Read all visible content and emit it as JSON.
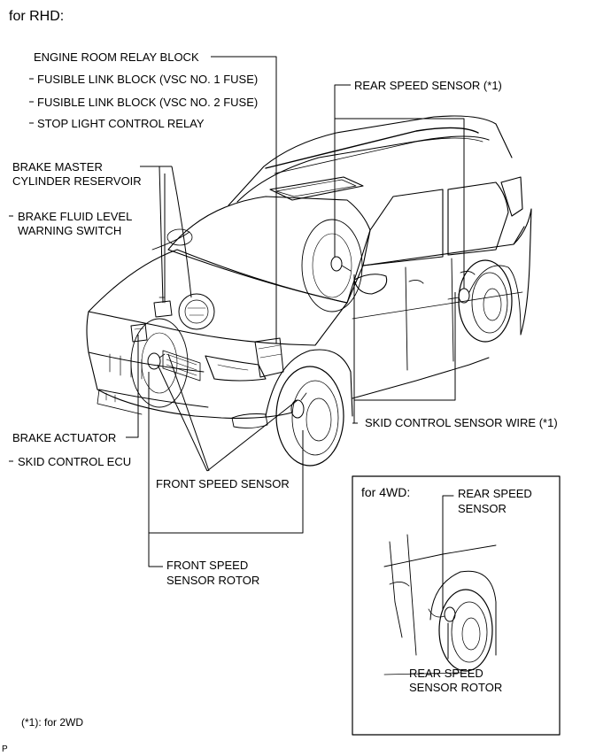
{
  "heading": "for RHD:",
  "labels": {
    "engine_room_relay_block": "ENGINE ROOM RELAY BLOCK",
    "fusible_link_1": "FUSIBLE LINK BLOCK (VSC NO. 1 FUSE)",
    "fusible_link_2": "FUSIBLE LINK BLOCK (VSC NO. 2 FUSE)",
    "stop_light_relay": "STOP LIGHT CONTROL RELAY",
    "brake_master_1": "BRAKE MASTER",
    "brake_master_2": "CYLINDER RESERVOIR",
    "fluid_switch_1": "BRAKE FLUID LEVEL",
    "fluid_switch_2": "WARNING SWITCH",
    "rear_speed_sensor": "REAR SPEED SENSOR (*1)",
    "skid_sensor_wire": "SKID CONTROL SENSOR WIRE (*1)",
    "brake_actuator": "BRAKE ACTUATOR",
    "skid_control_ecu": "SKID CONTROL ECU",
    "front_speed_sensor": "FRONT SPEED SENSOR",
    "front_rotor_1": "FRONT SPEED",
    "front_rotor_2": "SENSOR ROTOR"
  },
  "inset": {
    "title": "for 4WD:",
    "rear_sensor_1": "REAR SPEED",
    "rear_sensor_2": "SENSOR",
    "rear_rotor_1": "REAR SPEED",
    "rear_rotor_2": "SENSOR ROTOR"
  },
  "footnote": "(*1): for 2WD",
  "corner_mark": "P"
}
